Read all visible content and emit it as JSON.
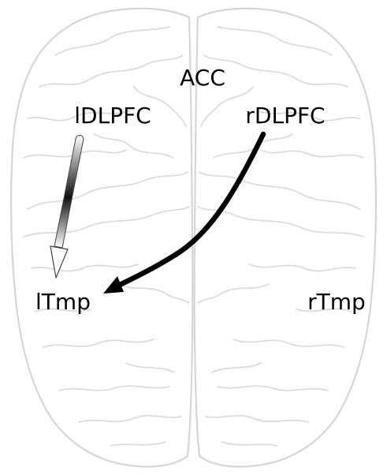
{
  "regions": {
    "acc": "ACC",
    "ldlpfc": "lDLPFC",
    "rdlpfc": "rDLPFC",
    "ltmp": "lTmp",
    "rtmp": "rTmp"
  },
  "connections": [
    {
      "from": "lDLPFC",
      "to": "lTmp",
      "style": "gradient-arrow"
    },
    {
      "from": "rDLPFC",
      "to": "lTmp",
      "style": "solid-black-arrow"
    }
  ],
  "colors": {
    "brain_outline": "#d6d6d6",
    "brain_fill": "#ffffff",
    "label": "#000000",
    "arrow": "#000000"
  }
}
